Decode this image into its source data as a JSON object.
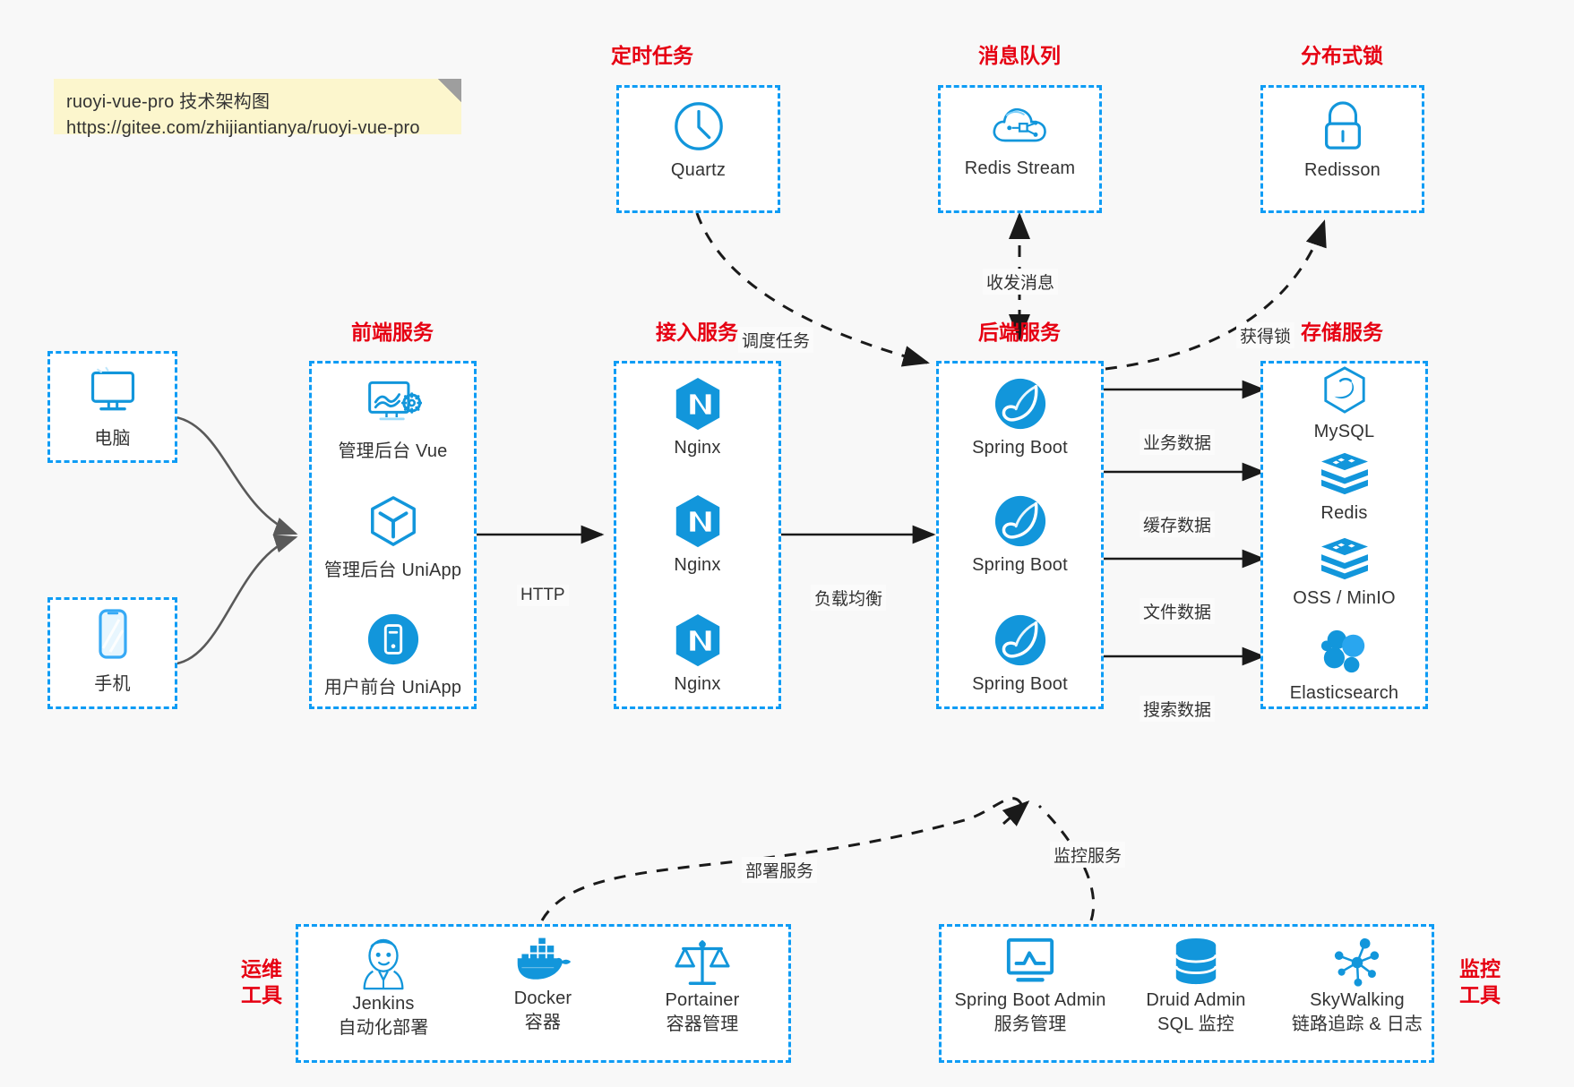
{
  "note": {
    "line1": "ruoyi-vue-pro 技术架构图",
    "line2": "https://gitee.com/zhijiantianya/ruoyi-vue-pro"
  },
  "colors": {
    "group_border": "#0e9cf5",
    "group_title": "#e60012",
    "icon_blue": "#1296db",
    "arrow_solid": "#1a1a1a",
    "arrow_curve": "#595959",
    "background": "#f8f8f8",
    "note_bg": "#fcf6cd"
  },
  "groups": {
    "scheduler": {
      "title": "定时任务",
      "nodes": [
        {
          "label": "Quartz",
          "icon": "clock-icon"
        }
      ]
    },
    "message_queue": {
      "title": "消息队列",
      "nodes": [
        {
          "label": "Redis Stream",
          "icon": "cloud-network-icon"
        }
      ]
    },
    "distributed_lock": {
      "title": "分布式锁",
      "nodes": [
        {
          "label": "Redisson",
          "icon": "lock-icon"
        }
      ]
    },
    "clients": {
      "nodes": [
        {
          "label": "电脑",
          "icon": "desktop-computer-icon"
        },
        {
          "label": "手机",
          "icon": "mobile-phone-icon"
        }
      ]
    },
    "frontend": {
      "title": "前端服务",
      "nodes": [
        {
          "label": "管理后台 Vue",
          "icon": "dashboard-gear-icon"
        },
        {
          "label": "管理后台 UniApp",
          "icon": "cube-icon"
        },
        {
          "label": "用户前台 UniApp",
          "icon": "app-tile-icon"
        }
      ]
    },
    "gateway": {
      "title": "接入服务",
      "nodes": [
        {
          "label": "Nginx",
          "icon": "nginx-icon"
        },
        {
          "label": "Nginx",
          "icon": "nginx-icon"
        },
        {
          "label": "Nginx",
          "icon": "nginx-icon"
        }
      ]
    },
    "backend": {
      "title": "后端服务",
      "nodes": [
        {
          "label": "Spring Boot",
          "icon": "spring-leaf-icon"
        },
        {
          "label": "Spring Boot",
          "icon": "spring-leaf-icon"
        },
        {
          "label": "Spring Boot",
          "icon": "spring-leaf-icon"
        }
      ]
    },
    "storage": {
      "title": "存储服务",
      "nodes": [
        {
          "label": "MySQL",
          "icon": "mysql-dolphin-icon"
        },
        {
          "label": "Redis",
          "icon": "redis-stack-icon"
        },
        {
          "label": "OSS / MinIO",
          "icon": "redis-stack-icon"
        },
        {
          "label": "Elasticsearch",
          "icon": "elasticsearch-icon"
        }
      ]
    },
    "devops": {
      "title": "运维\n工具",
      "title_line1": "运维",
      "title_line2": "工具",
      "nodes": [
        {
          "label": "Jenkins",
          "sublabel": "自动化部署",
          "icon": "jenkins-butler-icon"
        },
        {
          "label": "Docker",
          "sublabel": "容器",
          "icon": "docker-whale-icon"
        },
        {
          "label": "Portainer",
          "sublabel": "容器管理",
          "icon": "scales-icon"
        }
      ]
    },
    "monitoring": {
      "title_line1": "监控",
      "title_line2": "工具",
      "nodes": [
        {
          "label": "Spring Boot Admin",
          "sublabel": "服务管理",
          "icon": "monitor-chart-icon"
        },
        {
          "label": "Druid Admin",
          "sublabel": "SQL 监控",
          "icon": "database-icon"
        },
        {
          "label": "SkyWalking",
          "sublabel": "链路追踪 & 日志",
          "icon": "skywalking-node-icon"
        }
      ]
    }
  },
  "edges": [
    {
      "id": "schedule-task",
      "label": "调度任务",
      "style": "dashed"
    },
    {
      "id": "send-receive-message",
      "label": "收发消息",
      "style": "dashed"
    },
    {
      "id": "acquire-lock",
      "label": "获得锁",
      "style": "dashed"
    },
    {
      "id": "http",
      "label": "HTTP",
      "style": "solid"
    },
    {
      "id": "load-balance",
      "label": "负载均衡",
      "style": "solid"
    },
    {
      "id": "business-data",
      "label": "业务数据",
      "style": "solid"
    },
    {
      "id": "cache-data",
      "label": "缓存数据",
      "style": "solid"
    },
    {
      "id": "file-data",
      "label": "文件数据",
      "style": "solid"
    },
    {
      "id": "search-data",
      "label": "搜索数据",
      "style": "solid"
    },
    {
      "id": "deploy-service",
      "label": "部署服务",
      "style": "dashed"
    },
    {
      "id": "monitor-service",
      "label": "监控服务",
      "style": "dashed"
    }
  ]
}
